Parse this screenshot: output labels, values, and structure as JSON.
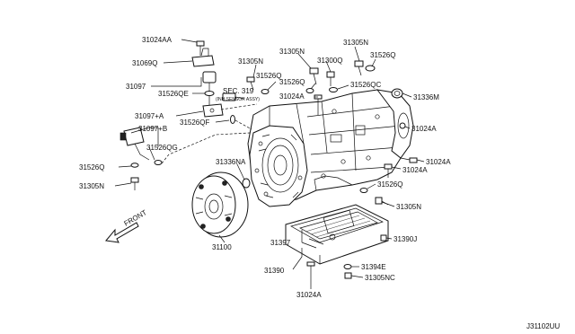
{
  "diagram_code": "J31102UU",
  "front_label": "FRONT",
  "sec_label": "SEC. 319",
  "sec_sublabel": "(INH SENSOR ASSY)",
  "callouts": [
    {
      "id": "c1",
      "text": "31024AA"
    },
    {
      "id": "c2",
      "text": "31069Q"
    },
    {
      "id": "c3",
      "text": "31097"
    },
    {
      "id": "c4",
      "text": "31526QE"
    },
    {
      "id": "c5",
      "text": "31097+A"
    },
    {
      "id": "c6",
      "text": "31526QF"
    },
    {
      "id": "c7",
      "text": "31097+B"
    },
    {
      "id": "c8",
      "text": "31526QG"
    },
    {
      "id": "c9",
      "text": "31526Q"
    },
    {
      "id": "c10",
      "text": "31305N"
    },
    {
      "id": "c11",
      "text": "31305N"
    },
    {
      "id": "c12",
      "text": "31526Q"
    },
    {
      "id": "c13",
      "text": "31305N"
    },
    {
      "id": "c14",
      "text": "31300Q"
    },
    {
      "id": "c15",
      "text": "31526Q"
    },
    {
      "id": "c16",
      "text": "31024A"
    },
    {
      "id": "c17",
      "text": "31305N"
    },
    {
      "id": "c18",
      "text": "31526Q"
    },
    {
      "id": "c19",
      "text": "31526QC"
    },
    {
      "id": "c20",
      "text": "31336M"
    },
    {
      "id": "c21",
      "text": "31024A"
    },
    {
      "id": "c22",
      "text": "31024A"
    },
    {
      "id": "c23",
      "text": "31024A"
    },
    {
      "id": "c24",
      "text": "31336NA"
    },
    {
      "id": "c25",
      "text": "31526Q"
    },
    {
      "id": "c26",
      "text": "31305N"
    },
    {
      "id": "c27",
      "text": "31100"
    },
    {
      "id": "c28",
      "text": "31397"
    },
    {
      "id": "c29",
      "text": "31390J"
    },
    {
      "id": "c30",
      "text": "31390"
    },
    {
      "id": "c31",
      "text": "31394E"
    },
    {
      "id": "c32",
      "text": "31305NC"
    },
    {
      "id": "c33",
      "text": "31024A"
    }
  ]
}
